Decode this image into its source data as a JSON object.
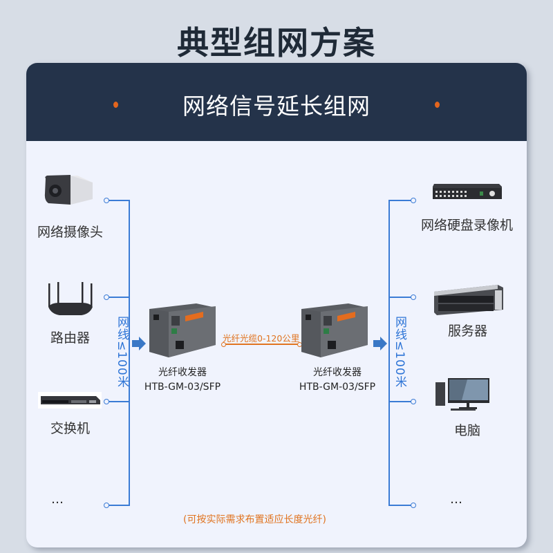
{
  "title": "典型组网方案",
  "card": {
    "subtitle": "网络信号延长组网"
  },
  "left_devices": [
    {
      "name": "网络摄像头",
      "icon": "ip-camera-icon"
    },
    {
      "name": "路由器",
      "icon": "router-icon"
    },
    {
      "name": "交换机",
      "icon": "switch-icon"
    },
    {
      "name": "…",
      "icon": "more-icon"
    }
  ],
  "right_devices": [
    {
      "name": "网络硬盘录像机",
      "icon": "nvr-icon"
    },
    {
      "name": "服务器",
      "icon": "server-icon"
    },
    {
      "name": "电脑",
      "icon": "computer-icon"
    },
    {
      "name": "…",
      "icon": "more-icon"
    }
  ],
  "cable_label_left": "网线≤100米",
  "cable_label_right": "网线≤100米",
  "transceivers": [
    {
      "name": "光纤收发器",
      "model": "HTB-GM-03/SFP"
    },
    {
      "name": "光纤收发器",
      "model": "HTB-GM-03/SFP"
    }
  ],
  "fiber_label": "光纤光缆0-120公里",
  "note": "(可按实际需求布置适应长度光纤)",
  "colors": {
    "header_bg": "#24334a",
    "accent_orange": "#e0731f",
    "line_blue": "#3a7bd5",
    "card_bg": "#f0f3fd",
    "page_bg": "#d7dde6"
  }
}
